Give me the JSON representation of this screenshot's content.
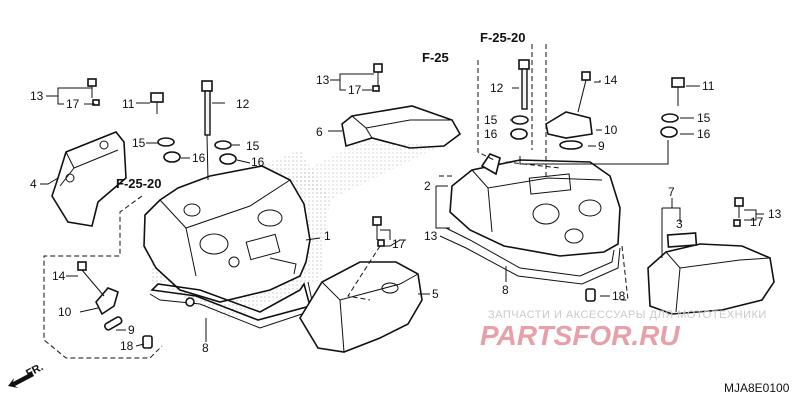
{
  "refs": {
    "f25_20_top": "F-25-20",
    "f25": "F-25",
    "f25_20_left": "F-25-20"
  },
  "labels": {
    "l13a": "13",
    "l17a": "17",
    "l4": "4",
    "l11a": "11",
    "l12a": "12",
    "l15a": "15",
    "l16a": "16",
    "l15b": "15",
    "l16b": "16",
    "l13b": "13",
    "l17b": "17",
    "l6": "6",
    "l1": "1",
    "l14a": "14",
    "l10a": "10",
    "l9a": "9",
    "l18a": "18",
    "l8a": "8",
    "l17c": "17",
    "l13c": "13",
    "l5": "5",
    "l12b": "12",
    "l15c": "15",
    "l16c": "16",
    "l14b": "14",
    "l10b": "10",
    "l9b": "9",
    "l2": "2",
    "l8b": "8",
    "l18b": "18",
    "l11b": "11",
    "l15d": "15",
    "l16d": "16",
    "l7": "7",
    "l3": "3",
    "l17d": "17",
    "l13d": "13"
  },
  "direction": "FR.",
  "watermark": {
    "top_line": "ЗАПЧАСТИ И АКСЕССУАРЫ ДЛЯ МОТОТЕХНИКИ",
    "brand": "PARTSFOR.RU",
    "brand_color": "#e8a0a8",
    "top_color": "#c9c9c9"
  },
  "diagram_code": "MJA8E0100"
}
